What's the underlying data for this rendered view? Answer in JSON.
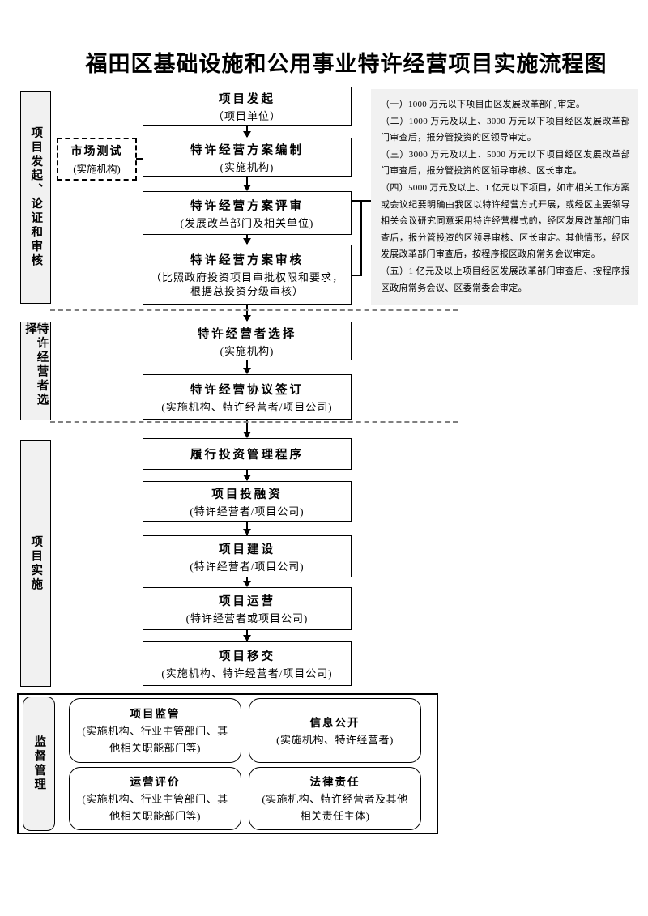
{
  "page": {
    "title": "福田区基础设施和公用事业特许经营项目实施流程图"
  },
  "section_labels": {
    "s1": "项目发起、论证和审核",
    "s2": "特许经营者选择",
    "s3": "项目实施",
    "s4": "监督管理"
  },
  "market_test": {
    "title": "市场测试",
    "org": "(实施机构)"
  },
  "flow": {
    "initiate": {
      "title": "项目发起",
      "org": "（项目单位）"
    },
    "plan": {
      "title": "特许经营方案编制",
      "org": "(实施机构)"
    },
    "review": {
      "title": "特许经营方案评审",
      "org": "(发展改革部门及相关单位)"
    },
    "approve": {
      "title": "特许经营方案审核",
      "org": "（比照政府投资项目审批权限和要求，根据总投资分级审核）"
    },
    "select": {
      "title": "特许经营者选择",
      "org": "(实施机构)"
    },
    "sign": {
      "title": "特许经营协议签订",
      "org": "(实施机构、特许经营者/项目公司)"
    },
    "invest_procedure": {
      "title": "履行投资管理程序"
    },
    "financing": {
      "title": "项目投融资",
      "org": "(特许经营者/项目公司)"
    },
    "construction": {
      "title": "项目建设",
      "org": "(特许经营者/项目公司)"
    },
    "operation": {
      "title": "项目运营",
      "org": "(特许经营者或项目公司)"
    },
    "transfer": {
      "title": "项目移交",
      "org": "(实施机构、特许经营者/项目公司)"
    }
  },
  "notes": [
    "（一）1000 万元以下项目由区发展改革部门审定。",
    "（二）1000 万元及以上、3000 万元以下项目经区发展改革部门审查后，报分管投资的区领导审定。",
    "（三）3000 万元及以上、5000 万元以下项目经区发展改革部门审查后，报分管投资的区领导审核、区长审定。",
    "（四）5000 万元及以上、1 亿元以下项目，如市相关工作方案或会议纪要明确由我区以特许经营方式开展，或经区主要领导相关会议研究同意采用特许经营模式的，经区发展改革部门审查后，报分管投资的区领导审核、区长审定。其他情形，经区发展改革部门审查后，按程序报区政府常务会议审定。",
    "（五）1 亿元及以上项目经区发展改革部门审查后、按程序报区政府常务会议、区委常委会审定。"
  ],
  "supervision": {
    "monitor": {
      "title": "项目监管",
      "org": "(实施机构、行业主管部门、其他相关职能部门等)"
    },
    "disclosure": {
      "title": "信息公开",
      "org": "(实施机构、特许经营者)"
    },
    "evaluation": {
      "title": "运营评价",
      "org": "(实施机构、行业主管部门、其他相关职能部门等)"
    },
    "liability": {
      "title": "法律责任",
      "org": "(实施机构、特许经营者及其他相关责任主体)"
    }
  },
  "colors": {
    "label_fill": "#f1f1f1",
    "notes_fill": "#f1f1f1",
    "line": "#000000",
    "divider": "#7f7f7f"
  }
}
